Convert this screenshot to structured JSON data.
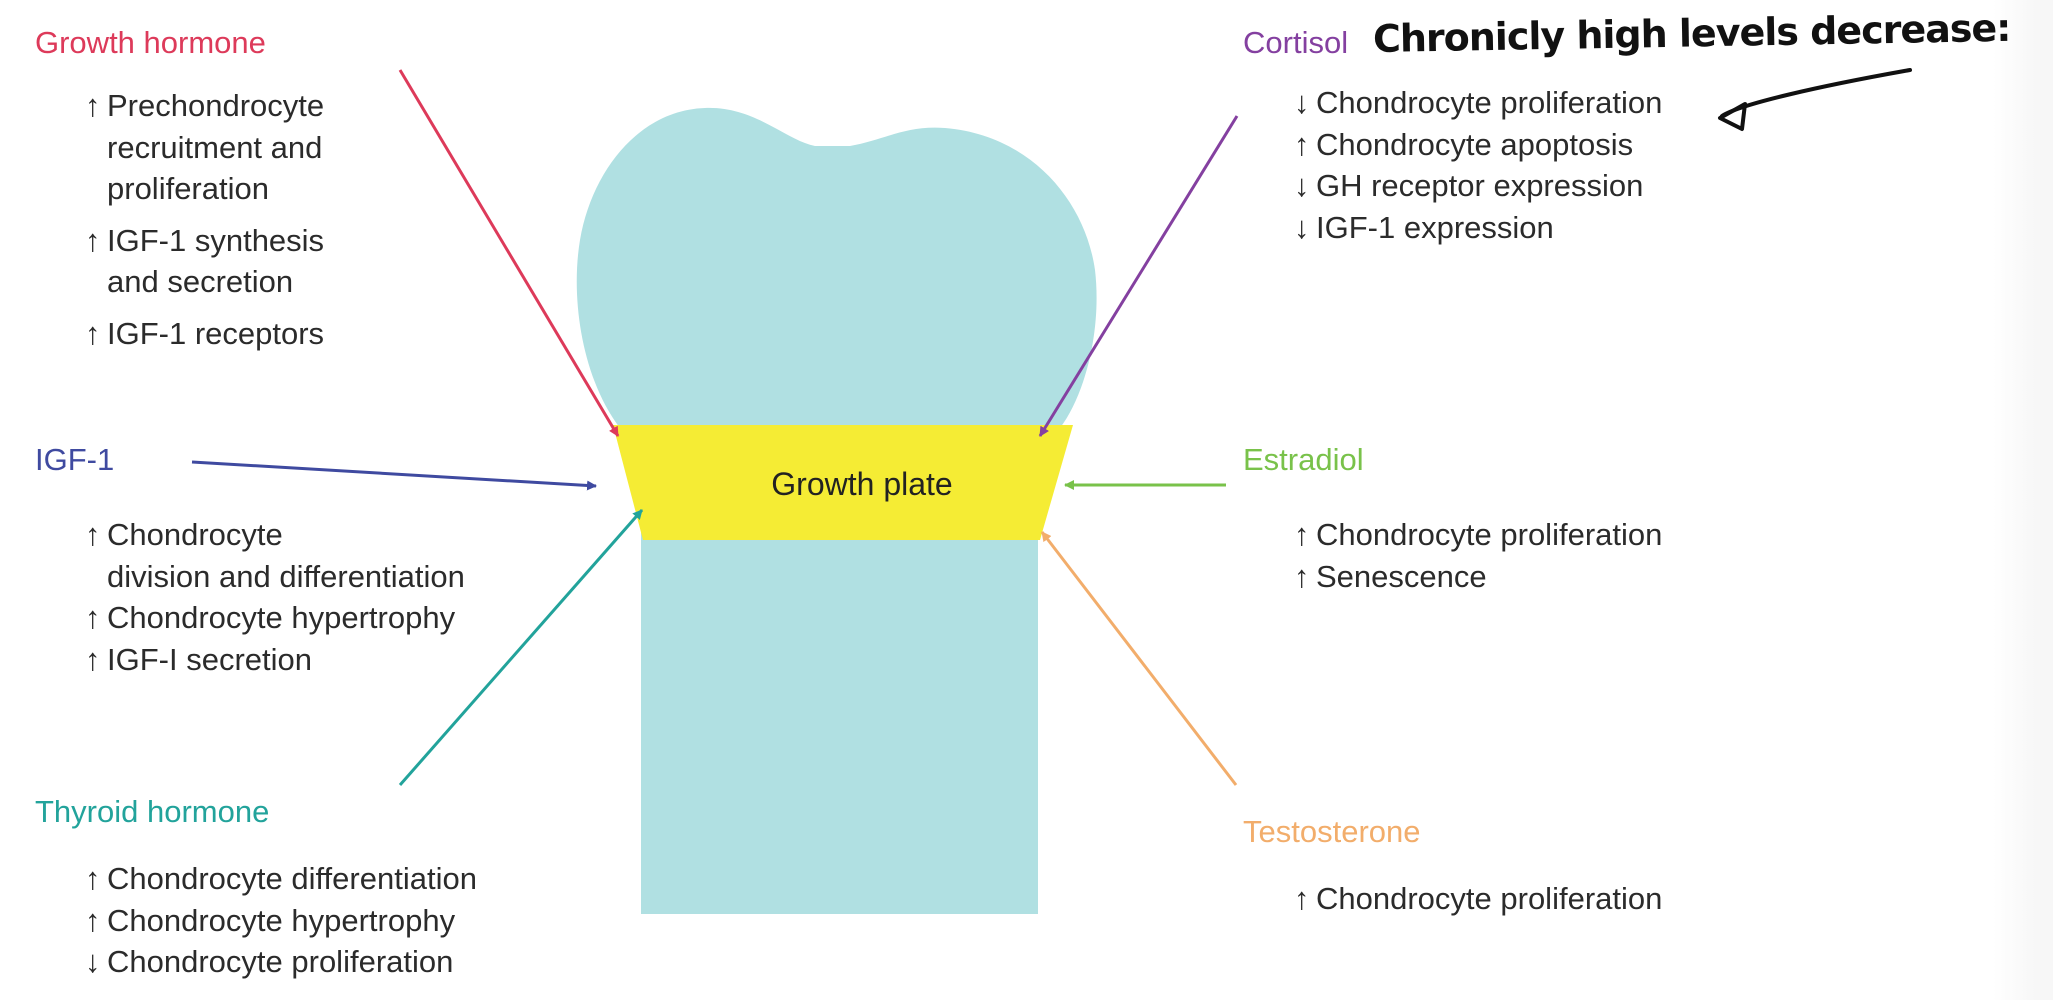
{
  "growth_plate_label": "Growth plate",
  "handwritten_note": "Chronicly high levels decrease:",
  "colors": {
    "bone": "#b0e0e2",
    "plate": "#f5ec34",
    "growth_hormone": "#dd3a5a",
    "cortisol": "#8440a0",
    "igf1": "#3f4aa0",
    "estradiol": "#79c24a",
    "thyroid_hormone": "#22a39b",
    "testosterone": "#f2ad6b"
  },
  "hormones": {
    "growth_hormone": {
      "name": "Growth hormone",
      "effects": [
        {
          "arrow": "↑",
          "lines": [
            "Prechondrocyte",
            "recruitment and",
            "proliferation"
          ]
        },
        {
          "arrow": "↑",
          "lines": [
            "IGF-1 synthesis",
            "and secretion"
          ]
        },
        {
          "arrow": "↑",
          "lines": [
            "IGF-1 receptors"
          ]
        }
      ]
    },
    "cortisol": {
      "name": "Cortisol",
      "effects": [
        {
          "arrow": "↓",
          "lines": [
            "Chondrocyte proliferation"
          ]
        },
        {
          "arrow": "↑",
          "lines": [
            "Chondrocyte apoptosis"
          ]
        },
        {
          "arrow": "↓",
          "lines": [
            "GH receptor expression"
          ]
        },
        {
          "arrow": "↓",
          "lines": [
            "IGF-1 expression"
          ]
        }
      ]
    },
    "igf1": {
      "name": "IGF-1",
      "effects": [
        {
          "arrow": "↑",
          "lines": [
            "Chondrocyte",
            "division and differentiation"
          ]
        },
        {
          "arrow": "↑",
          "lines": [
            "Chondrocyte hypertrophy"
          ]
        },
        {
          "arrow": "↑",
          "lines": [
            "IGF-I secretion"
          ]
        }
      ]
    },
    "estradiol": {
      "name": "Estradiol",
      "effects": [
        {
          "arrow": "↑",
          "lines": [
            "Chondrocyte proliferation"
          ]
        },
        {
          "arrow": "↑",
          "lines": [
            "Senescence"
          ]
        }
      ]
    },
    "thyroid_hormone": {
      "name": "Thyroid hormone",
      "effects": [
        {
          "arrow": "↑",
          "lines": [
            "Chondrocyte differentiation"
          ]
        },
        {
          "arrow": "↑",
          "lines": [
            "Chondrocyte hypertrophy"
          ]
        },
        {
          "arrow": "↓",
          "lines": [
            "Chondrocyte proliferation"
          ]
        }
      ]
    },
    "testosterone": {
      "name": "Testosterone",
      "effects": [
        {
          "arrow": "↑",
          "lines": [
            "Chondrocyte proliferation"
          ]
        }
      ]
    }
  }
}
